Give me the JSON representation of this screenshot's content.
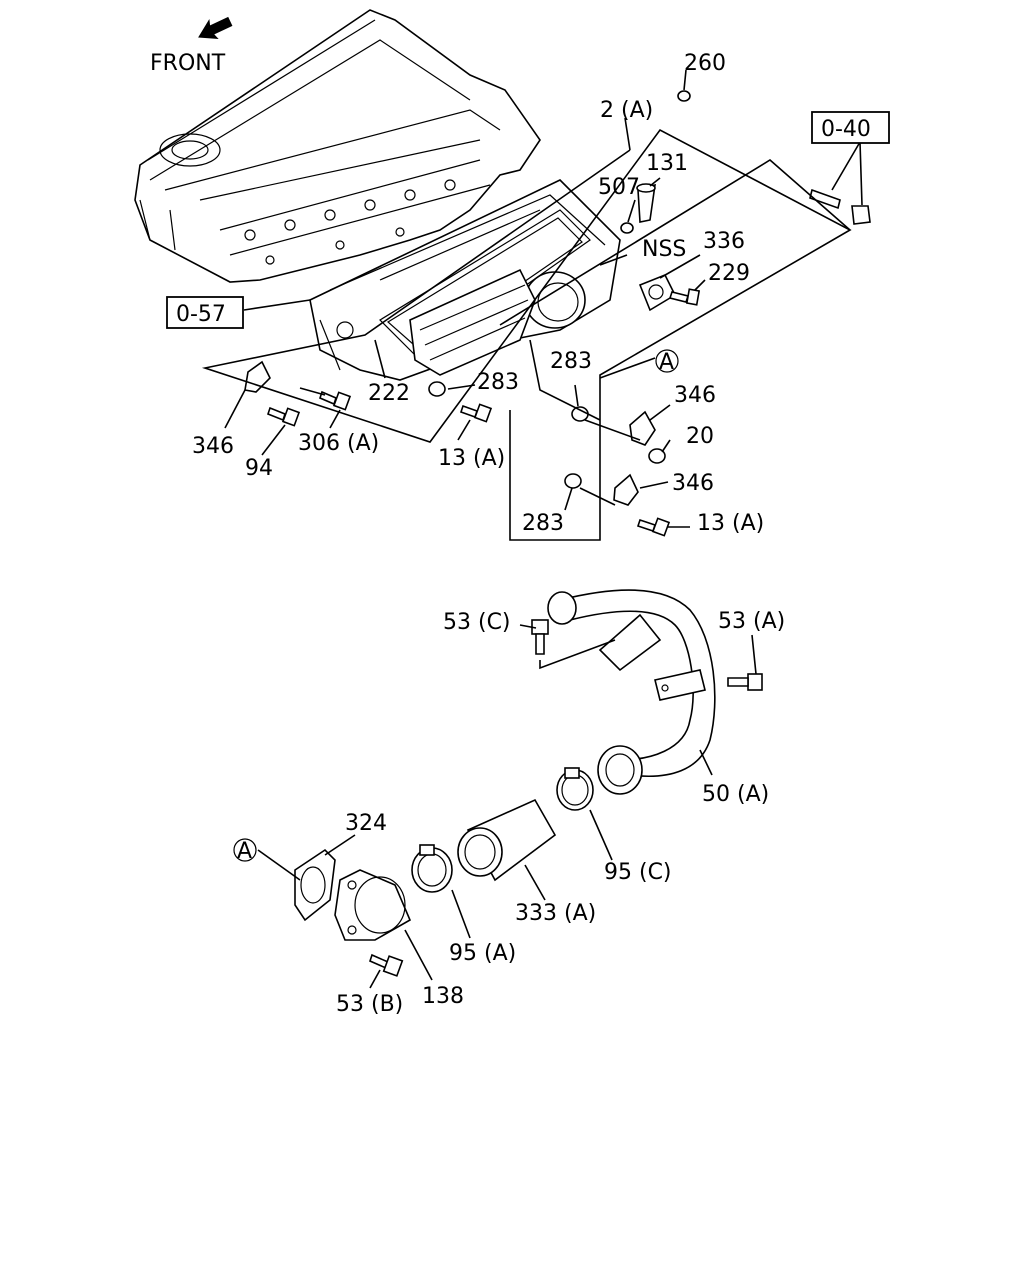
{
  "front_label": "FRONT",
  "refs": {
    "r057": "0-57",
    "r040": "0-40"
  },
  "marker_a": "A",
  "parts": {
    "p260": "260",
    "p2a": "2 (A)",
    "p131": "131",
    "p507": "507",
    "pnss": "NSS",
    "p336": "336",
    "p229": "229",
    "p222": "222",
    "p283a": "283",
    "p283b": "283",
    "p283c": "283",
    "p346a": "346",
    "p346b": "346",
    "p346c": "346",
    "p94": "94",
    "p306a": "306 (A)",
    "p13a1": "13 (A)",
    "p20": "20",
    "p13a2": "13 (A)",
    "p53c": "53 (C)",
    "p53a": "53 (A)",
    "p50a": "50 (A)",
    "p324": "324",
    "p95c": "95 (C)",
    "p333a": "333 (A)",
    "p95a": "95 (A)",
    "p53b": "53 (B)",
    "p138": "138"
  }
}
